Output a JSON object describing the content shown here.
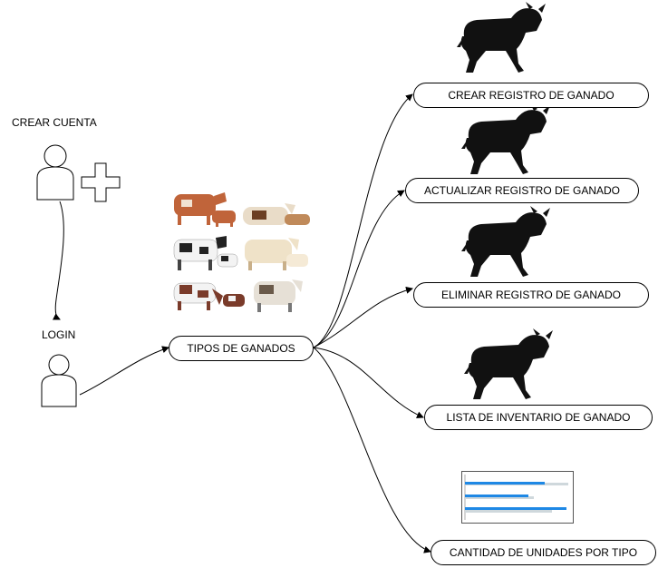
{
  "labels": {
    "create_account": "CREAR CUENTA",
    "login": "LOGIN"
  },
  "nodes": {
    "tipos": "TIPOS DE GANADOS",
    "crear": "CREAR REGISTRO DE GANADO",
    "actualizar": "ACTUALIZAR REGISTRO DE GANADO",
    "eliminar": "ELIMINAR REGISTRO DE GANADO",
    "lista": "LISTA DE INVENTARIO DE GANADO",
    "cantidad": "CANTIDAD DE UNIDADES POR TIPO"
  },
  "icons": {
    "user": "person-outline-icon",
    "plus": "plus-icon",
    "bull": "bull-silhouette-icon",
    "cattle": "cattle-illustration",
    "chart": "bar-chart-icon"
  },
  "chart_colors": {
    "primary": "#1e88e5",
    "secondary": "#cfd8dc"
  }
}
